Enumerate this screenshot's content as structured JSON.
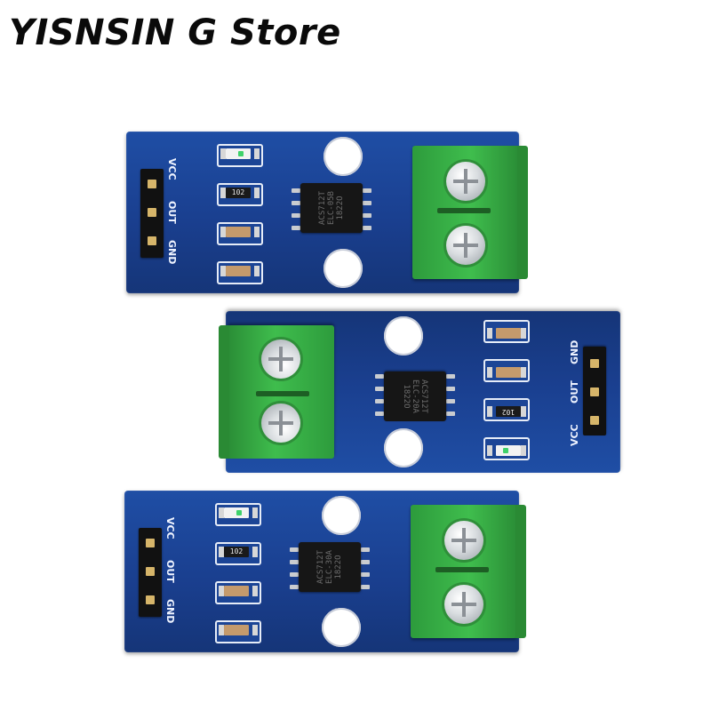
{
  "store_title": "YISNSIN G Store",
  "boards": [
    {
      "pins": {
        "vcc": "VCC",
        "out": "OUT",
        "gnd": "GND"
      },
      "chip_lines": [
        "ACS712T",
        "ELC-05B",
        "1822O"
      ],
      "resistor_code": "102"
    },
    {
      "pins": {
        "vcc": "VCC",
        "out": "OUT",
        "gnd": "GND"
      },
      "chip_lines": [
        "ACS712T",
        "ELC-20A",
        "1822O"
      ],
      "resistor_code": "102"
    },
    {
      "pins": {
        "vcc": "VCC",
        "out": "OUT",
        "gnd": "GND"
      },
      "chip_lines": [
        "ACS712T",
        "ELC-30A",
        "1822O"
      ],
      "resistor_code": "102"
    }
  ],
  "colors": {
    "pcb": "#1f4ea5",
    "terminal": "#3fbd4d",
    "background": "#ffffff"
  }
}
